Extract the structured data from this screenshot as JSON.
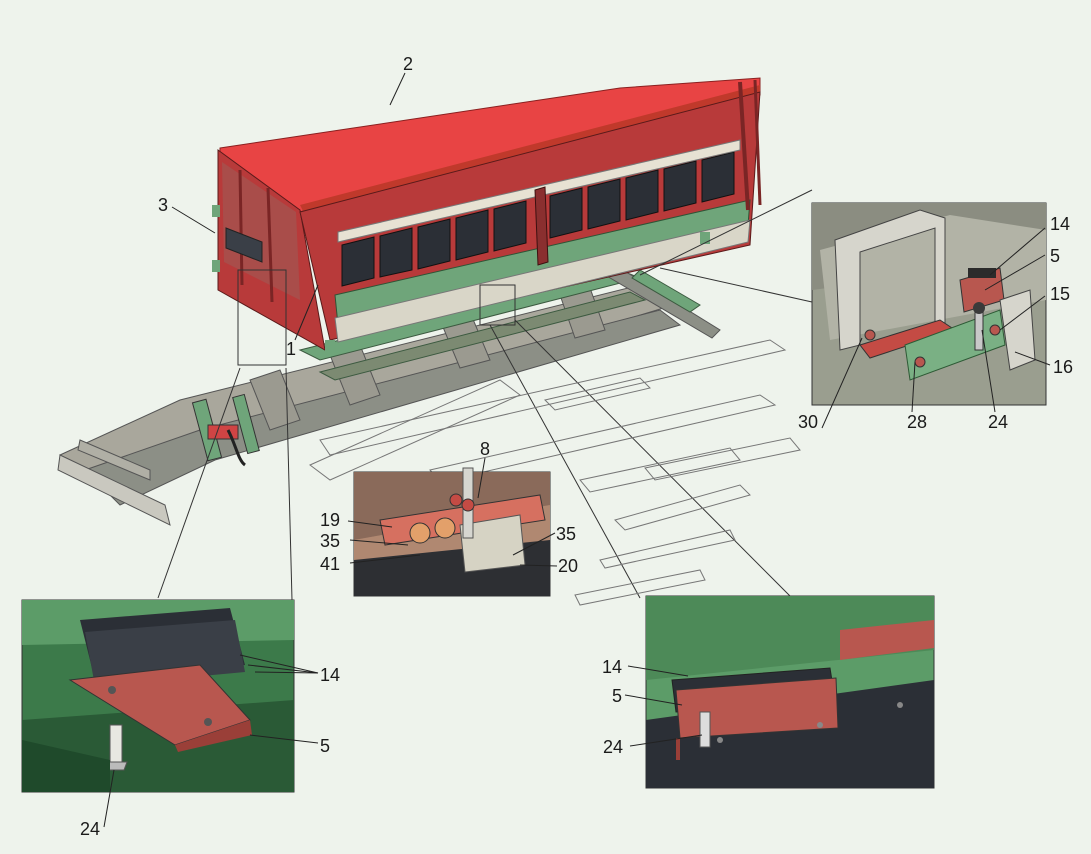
{
  "diagram": {
    "callouts": {
      "c1": "1",
      "c2": "2",
      "c3": "3",
      "c8": "8",
      "c19": "19",
      "c35a": "35",
      "c35b": "35",
      "c41": "41",
      "c20": "20",
      "c14a": "14",
      "c5a": "5",
      "c15": "15",
      "c16": "16",
      "c30": "30",
      "c28": "28",
      "c24a": "24",
      "c14b": "14",
      "c5b": "5",
      "c24b": "24",
      "c14c": "14",
      "c5c": "5",
      "c24c": "24"
    }
  },
  "colors": {
    "background": "#eef3ec",
    "body_red": "#e84444",
    "body_dark_red": "#b83a3a",
    "panel_green": "#6fa57a",
    "frame_gray": "#8c8f86",
    "window_dark": "#2b2f36",
    "pad_red": "#b8574f",
    "detail_bg_green": "#5c9c68"
  }
}
